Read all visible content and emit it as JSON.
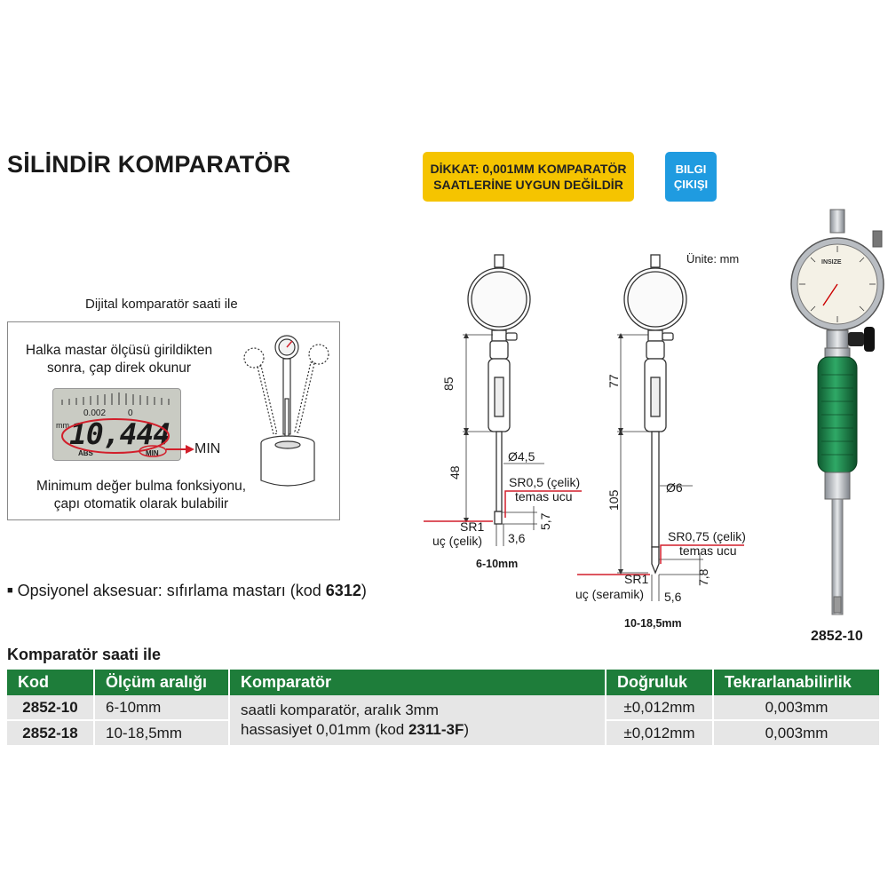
{
  "title": "SİLİNDİR KOMPARATÖR",
  "warning": {
    "line1": "DİKKAT: 0,001MM KOMPARATÖR",
    "line2": "SAATLERİNE UYGUN DEĞİLDİR"
  },
  "info_button": {
    "line1": "BILGI",
    "line2": "ÇIKIŞI"
  },
  "digital": {
    "caption": "Dijital komparatör saati ile",
    "note_top_1": "Halka mastar ölçüsü girildikten",
    "note_top_2": "sonra, çap direk okunur",
    "display_value": "10,444",
    "display_small": "0.002",
    "display_small_right": "0",
    "display_mm": "mm",
    "display_abs": "ABS",
    "display_min": "MIN",
    "min_label": "MIN",
    "note_bottom_1": "Minimum değer bulma fonksiyonu,",
    "note_bottom_2": "çapı otomatik olarak bulabilir"
  },
  "accessory": {
    "text": "Opsiyonel aksesuar: sıfırlama mastarı (kod ",
    "code": "6312",
    "close": ")"
  },
  "unit": "Ünite: mm",
  "drawing_small": {
    "dim_top": "85",
    "dim_bottom": "48",
    "dia": "Ø4,5",
    "tip_label_1": "SR0,5 (çelik)",
    "tip_label_2": "temas ucu",
    "sr_label_1": "SR1",
    "sr_label_2": "uç (çelik)",
    "dim_h": "5,7",
    "dim_w": "3,6",
    "range": "6-10mm"
  },
  "drawing_large": {
    "dim_top": "77",
    "dim_bottom": "105",
    "dia": "Ø6",
    "tip_label_1": "SR0,75 (çelik)",
    "tip_label_2": "temas ucu",
    "sr_label_1": "SR1",
    "sr_label_2": "uç (seramik)",
    "dim_h": "7,8",
    "dim_w": "5,6",
    "range": "10-18,5mm"
  },
  "photo_label": "2852-10",
  "photo_brand": "INSIZE",
  "section_title": "Komparatör saati ile",
  "table": {
    "headers": [
      "Kod",
      "Ölçüm aralığı",
      "Komparatör",
      "Doğruluk",
      "Tekrarlanabilirlik"
    ],
    "rows": [
      {
        "code": "2852-10",
        "range": "6-10mm",
        "accuracy": "±0,012mm",
        "repeat": "0,003mm"
      },
      {
        "code": "2852-18",
        "range": "10-18,5mm",
        "accuracy": "±0,012mm",
        "repeat": "0,003mm"
      }
    ],
    "comparator_line1": "saatli komparatör, aralık 3mm",
    "comparator_line2": "hassasiyet 0,01mm (kod ",
    "comparator_code": "2311-3F",
    "comparator_close": ")"
  },
  "colors": {
    "green": "#1e7d3a",
    "yellow": "#f5c400",
    "blue": "#1f9be0",
    "red": "#d21f2b"
  }
}
